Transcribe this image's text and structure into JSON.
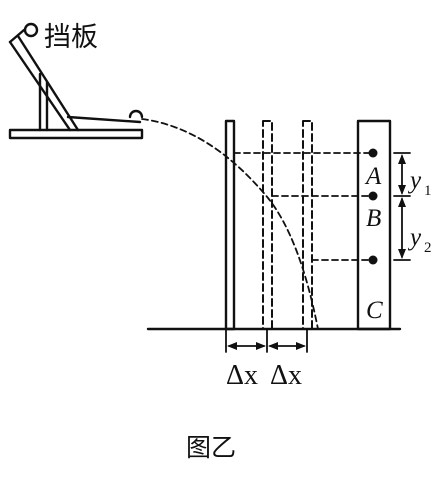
{
  "labels": {
    "baffle": "挡板",
    "point_a": "A",
    "point_b": "B",
    "point_c": "C",
    "y1_sym": "y",
    "y1_sub": "1",
    "y2_sym": "y",
    "y2_sub": "2",
    "delta_x_1": "Δx",
    "delta_x_2": "Δx",
    "caption": "图乙"
  }
}
